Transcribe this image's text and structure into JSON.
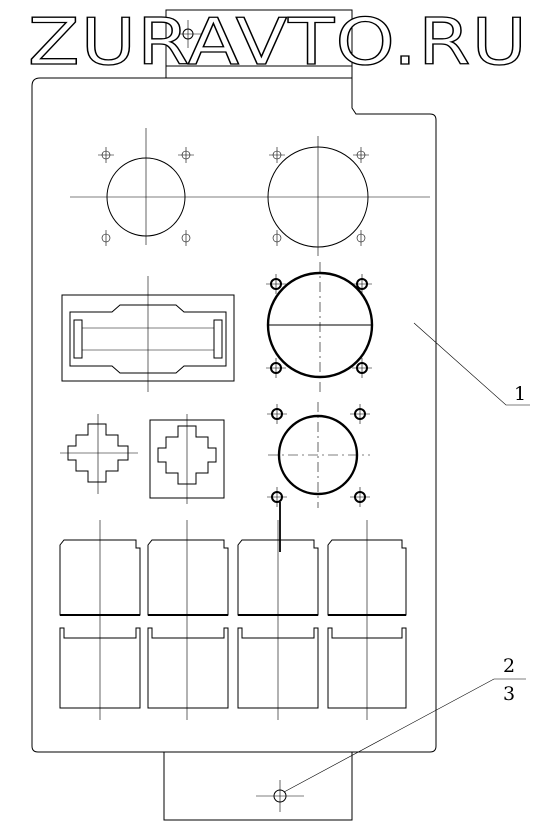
{
  "watermark": "ZURAVTO.RU",
  "callouts": {
    "part_1": "1",
    "part_2": "2",
    "part_3": "3"
  },
  "colors": {
    "line": "#000000",
    "background": "#ffffff"
  }
}
